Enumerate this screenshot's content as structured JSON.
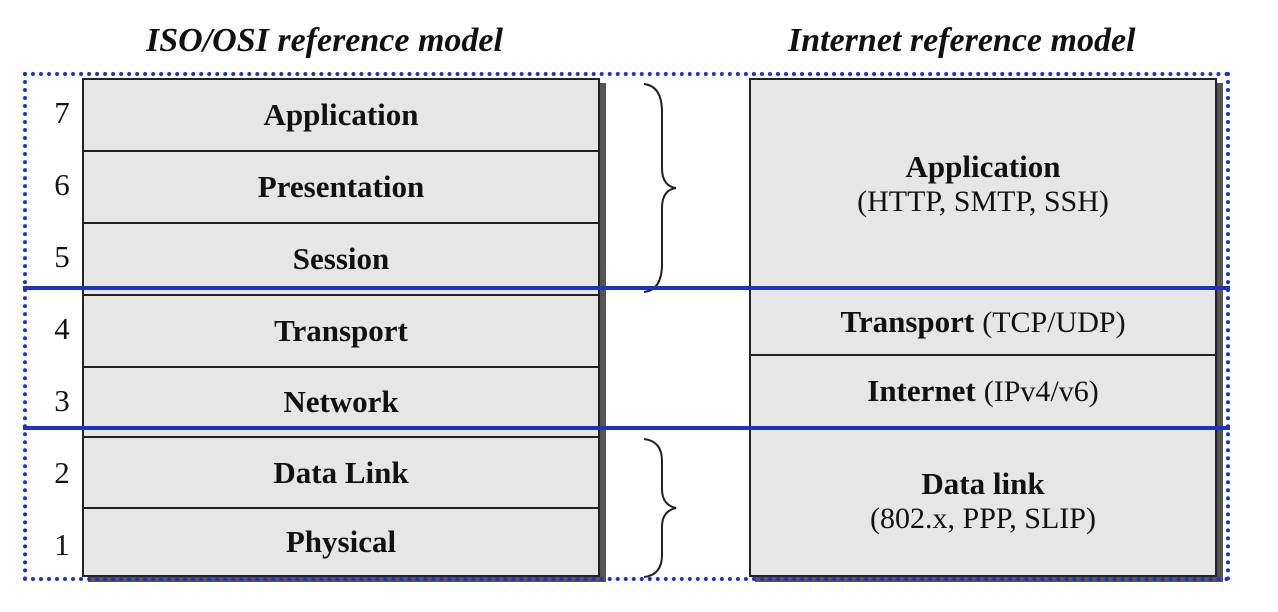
{
  "titles": {
    "osi": "ISO/OSI reference model",
    "internet": "Internet reference model"
  },
  "osi_layers": [
    {
      "number": "7",
      "name": "Application"
    },
    {
      "number": "6",
      "name": "Presentation"
    },
    {
      "number": "5",
      "name": "Session"
    },
    {
      "number": "4",
      "name": "Transport"
    },
    {
      "number": "3",
      "name": "Network"
    },
    {
      "number": "2",
      "name": "Data Link"
    },
    {
      "number": "1",
      "name": "Physical"
    }
  ],
  "internet_layers": [
    {
      "name": "Application",
      "protocols": "(HTTP, SMTP, SSH)"
    },
    {
      "name": "Transport",
      "protocols": "(TCP/UDP)"
    },
    {
      "name": "Internet",
      "protocols": "(IPv4/v6)"
    },
    {
      "name": "Data link",
      "protocols": "(802.x, PPP, SLIP)"
    }
  ],
  "colors": {
    "layer_fill": "#e6e6e6",
    "outline": "#222222",
    "shadow": "#555555",
    "frame_blue": "#1a33cc"
  }
}
